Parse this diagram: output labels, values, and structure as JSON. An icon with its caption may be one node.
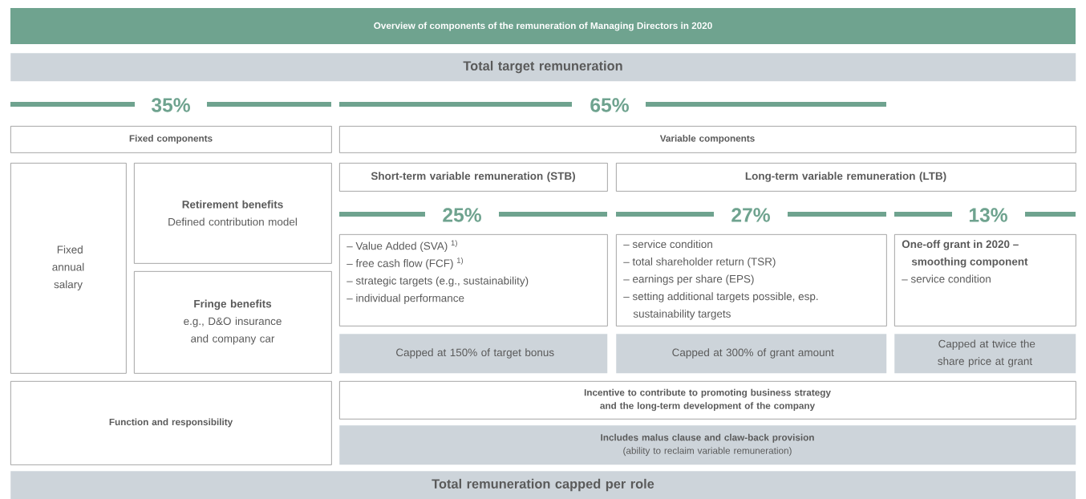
{
  "diagram": {
    "title": "Overview of components of the remuneration of Managing Directors in 2020",
    "nodes": [
      {
        "text": [
          "Total target remuneration"
        ]
      },
      {
        "text": [
          "Fixed components"
        ]
      },
      {
        "text": [
          "Variable components"
        ]
      },
      {
        "text": [
          "Fixed annual salary"
        ]
      },
      {
        "text": [
          "Retirement benefits",
          "Defined contribution model"
        ]
      },
      {
        "text": [
          "Fringe benefits",
          "e.g., D&O insurance and company car"
        ]
      },
      {
        "text": [
          "Short-term variable remuneration (STB)"
        ]
      },
      {
        "text": [
          "Long-term variable remuneration (LTB)"
        ]
      },
      {
        "text": [
          "– Value Added (SVA) $^{1)}$",
          "– free cash flow (FCF) $^{1)}$",
          "– strategic targets (e.g., sustainability)",
          "– individual performance"
        ]
      },
      {
        "text": [
          "– service condition",
          "– total shareholder return (TSR)",
          "– earnings per share (EPS)",
          "– setting additional targets possible, esp. sustainability targets"
        ]
      },
      {
        "text": [
          "One-off grant in 2020 – smoothing component",
          "– service condition"
        ]
      },
      {
        "text": [
          "Capped at 150% of target bonus"
        ]
      },
      {
        "text": [
          "Capped at 300% of grant amount"
        ]
      },
      {
        "text": [
          "Capped at twice the share price at grant"
        ]
      },
      {
        "text": [
          "Function and responsibility"
        ]
      },
      {
        "text": [
          "Incentive to contribute to promoting business strategy and the long-term development of the company"
        ]
      },
      {
        "text": [
          "Includes malus clause and claw-back provision",
          "(ability to reclaim variable remuneration)"
        ]
      },
      {
        "text": [
          "Total remuneration capped per role"
        ]
      }
    ],
    "labels": [
      "35%",
      "65%",
      "25%",
      "27%",
      "13%"
    ]
  }
}
